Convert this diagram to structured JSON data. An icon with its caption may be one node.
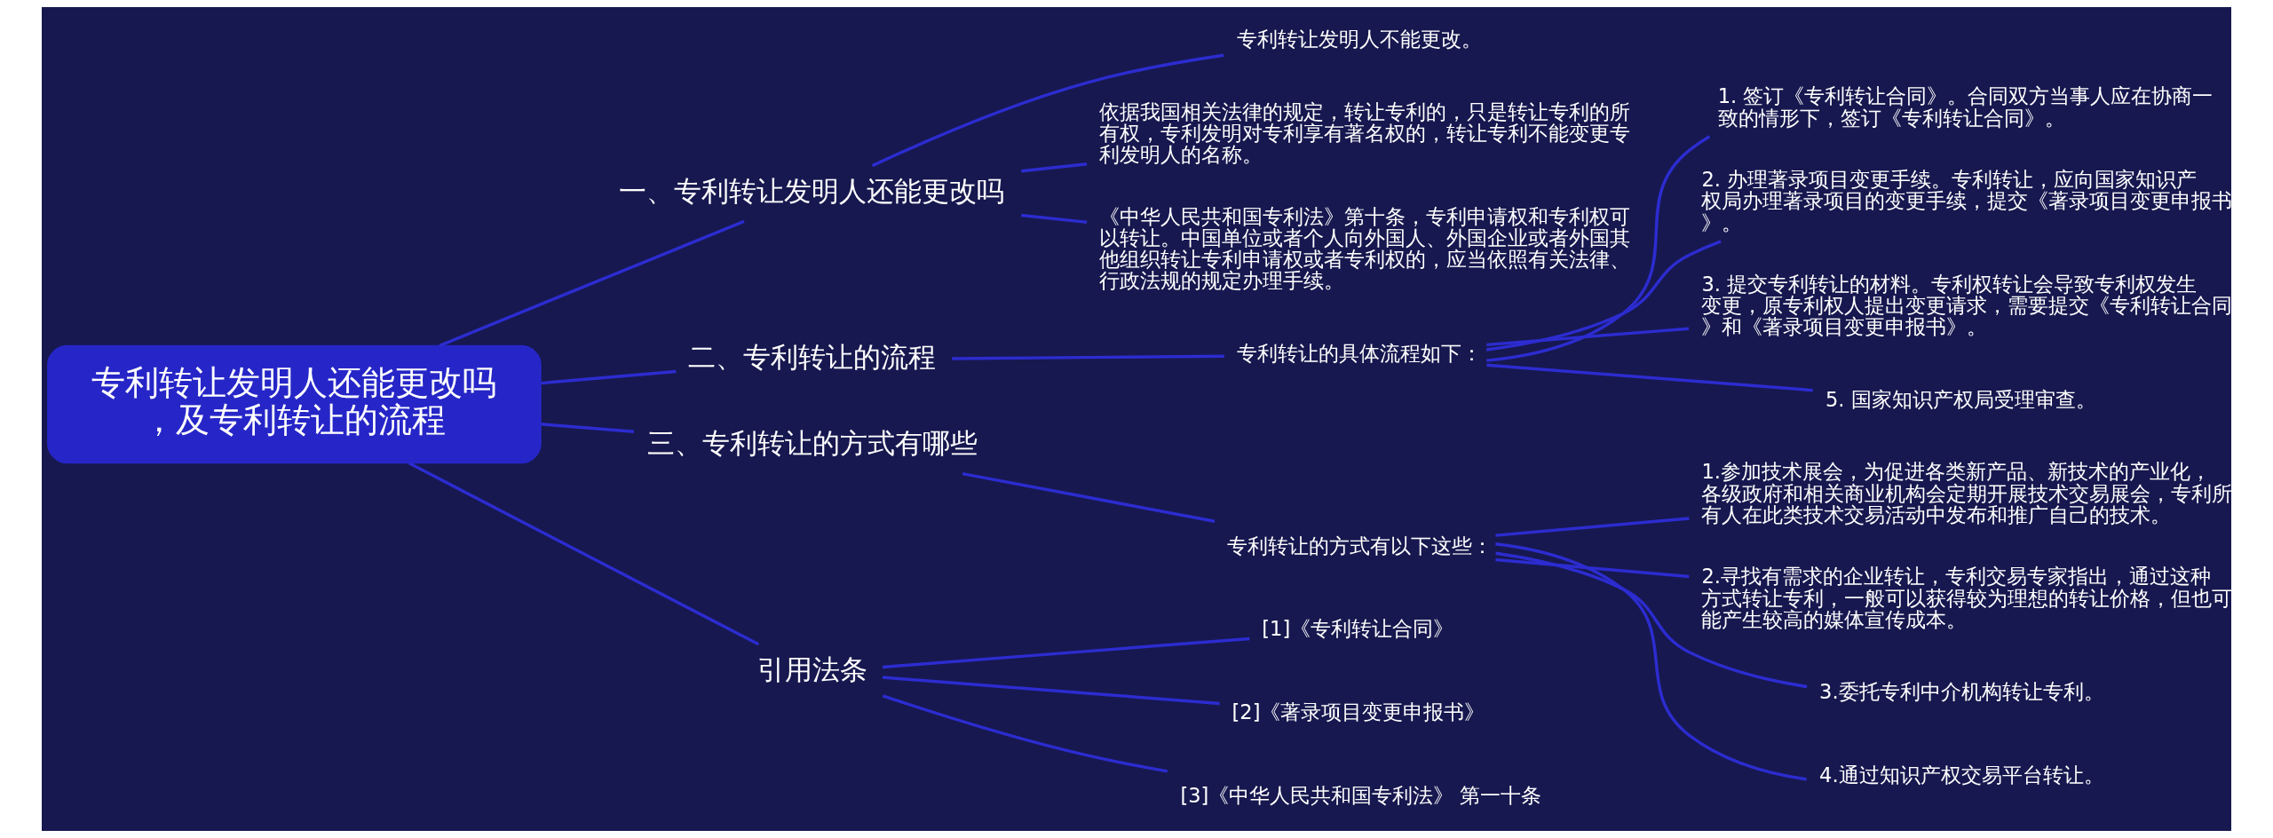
{
  "diagram": {
    "nodes": [
      {
        "text": [
          "专利转让发明人还能更改吗，及专利转让的流程"
        ]
      },
      {
        "text": [
          "一、专利转让发明人还能更改吗"
        ]
      },
      {
        "text": [
          "专利转让发明人不能更改。"
        ]
      },
      {
        "text": [
          "依据我国相关法律的规定，转让专利的，只是转让专利的所有权，专利发明对专利享有著名权的，转让专利不能变更专利发明人的名称。"
        ]
      },
      {
        "text": [
          "《中华人民共和国专利法》第十条，专利申请权和专利权可以转让。中国单位或者个人向外国人、外国企业或者外国其他组织转让专利申请权或者专利权的，应当依照有关法律、行政法规的规定办理手续。"
        ]
      },
      {
        "text": [
          "二、专利转让的流程"
        ]
      },
      {
        "text": [
          "专利转让的具体流程如下："
        ]
      },
      {
        "text": [
          "1. 签订《专利转让合同》。合同双方当事人应在协商一致的情形下，签订《专利转让合同》。"
        ]
      },
      {
        "text": [
          "2. 办理著录项目变更手续。专利转让，应向国家知识产权局办理著录项目的变更手续，提交《著录项目变更申报书》。"
        ]
      },
      {
        "text": [
          "3. 提交专利转让的材料。专利权转让会导致专利权发生变更，原专利权人提出变更请求，需要提交《专利转让合同》和《著录项目变更申报书》。"
        ]
      },
      {
        "text": [
          "5. 国家知识产权局受理审查。"
        ]
      },
      {
        "text": [
          "三、专利转让的方式有哪些"
        ]
      },
      {
        "text": [
          "专利转让的方式有以下这些："
        ]
      },
      {
        "text": [
          "1.参加技术展会，为促进各类新产品、新技术的产业化，各级政府和相关商业机构会定期开展技术交易展会，专利所有人在此类技术交易活动中发布和推广自己的技术。"
        ]
      },
      {
        "text": [
          "2.寻找有需求的企业转让，专利交易专家指出，通过这种方式转让专利，一般可以获得较为理想的转让价格，但也可能产生较高的媒体宣传成本。"
        ]
      },
      {
        "text": [
          "3.委托专利中介机构转让专利。"
        ]
      },
      {
        "text": [
          "4.通过知识产权交易平台转让。"
        ]
      },
      {
        "text": [
          "引用法条"
        ]
      },
      {
        "text": [
          "[1]《专利转让合同》"
        ]
      },
      {
        "text": [
          "[2]《著录项目变更申报书》"
        ]
      },
      {
        "text": [
          "[3]《中华人民共和国专利法》 第一十条"
        ]
      }
    ],
    "edges": [
      {
        "from": 0,
        "to": 1,
        "arrow": "none"
      },
      {
        "from": 1,
        "to": 2,
        "arrow": "none"
      },
      {
        "from": 1,
        "to": 3,
        "arrow": "none"
      },
      {
        "from": 1,
        "to": 4,
        "arrow": "none"
      },
      {
        "from": 0,
        "to": 5,
        "arrow": "none"
      },
      {
        "from": 5,
        "to": 6,
        "arrow": "none"
      },
      {
        "from": 6,
        "to": 7,
        "arrow": "none"
      },
      {
        "from": 6,
        "to": 8,
        "arrow": "none"
      },
      {
        "from": 6,
        "to": 9,
        "arrow": "none"
      },
      {
        "from": 6,
        "to": 10,
        "arrow": "none"
      },
      {
        "from": 0,
        "to": 11,
        "arrow": "none"
      },
      {
        "from": 11,
        "to": 12,
        "arrow": "none"
      },
      {
        "from": 12,
        "to": 13,
        "arrow": "none"
      },
      {
        "from": 12,
        "to": 14,
        "arrow": "none"
      },
      {
        "from": 12,
        "to": 15,
        "arrow": "none"
      },
      {
        "from": 12,
        "to": 16,
        "arrow": "none"
      },
      {
        "from": 0,
        "to": 17,
        "arrow": "none"
      },
      {
        "from": 17,
        "to": 18,
        "arrow": "none"
      },
      {
        "from": 17,
        "to": 19,
        "arrow": "none"
      },
      {
        "from": 17,
        "to": 20,
        "arrow": "none"
      }
    ]
  }
}
